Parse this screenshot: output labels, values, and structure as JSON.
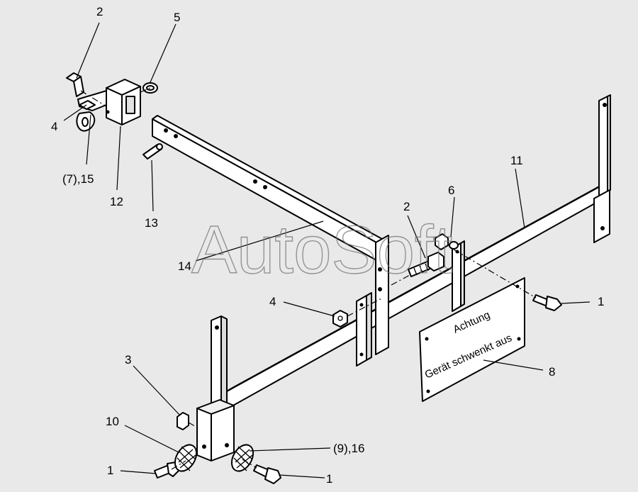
{
  "watermark": "AutoSoft",
  "plate": {
    "line1": "Achtung",
    "line2": "Gerät schwenkt aus"
  },
  "labels": {
    "l1_right_upper": "1",
    "l1_bottom_left": "1",
    "l1_bottom_right": "1",
    "l2_top": "2",
    "l2_mid": "2",
    "l3": "3",
    "l4_top": "4",
    "l4_mid": "4",
    "l5": "5",
    "l6": "6",
    "l7_15": "(7),15",
    "l8": "8",
    "l9_16": "(9),16",
    "l10": "10",
    "l11": "11",
    "l12": "12",
    "l13": "13",
    "l14": "14"
  }
}
